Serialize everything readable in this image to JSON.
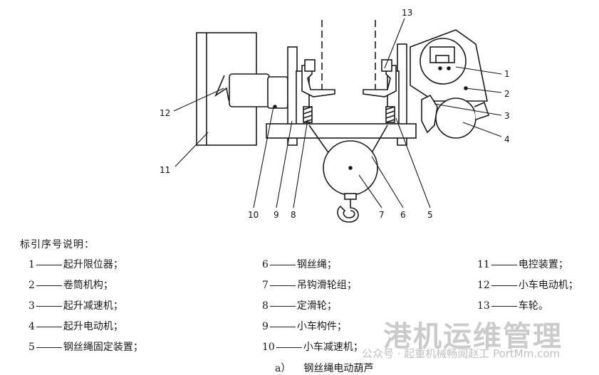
{
  "callouts": [
    "1",
    "2",
    "3",
    "4",
    "5",
    "6",
    "7",
    "8",
    "9",
    "10",
    "11",
    "12",
    "13"
  ],
  "legend": {
    "title": "标引序号说明：",
    "items": [
      {
        "num": "1",
        "label": "起升限位器；"
      },
      {
        "num": "2",
        "label": "卷筒机构；"
      },
      {
        "num": "3",
        "label": "起升减速机；"
      },
      {
        "num": "4",
        "label": "起升电动机；"
      },
      {
        "num": "5",
        "label": "钢丝绳固定装置；"
      },
      {
        "num": "6",
        "label": "钢丝绳；"
      },
      {
        "num": "7",
        "label": "吊钩滑轮组；"
      },
      {
        "num": "8",
        "label": "定滑轮；"
      },
      {
        "num": "9",
        "label": "小车构件；"
      },
      {
        "num": "10",
        "label": "小车减速机；"
      },
      {
        "num": "11",
        "label": "电控装置；"
      },
      {
        "num": "12",
        "label": "小车电动机；"
      },
      {
        "num": "13",
        "label": "车轮。"
      }
    ]
  },
  "caption": {
    "tag": "a）",
    "text": "钢丝绳电动葫芦"
  },
  "watermark": {
    "main": "港机运维管理",
    "sub": "公众号 · 起重机械畅阅赵工  PortMm.com"
  }
}
